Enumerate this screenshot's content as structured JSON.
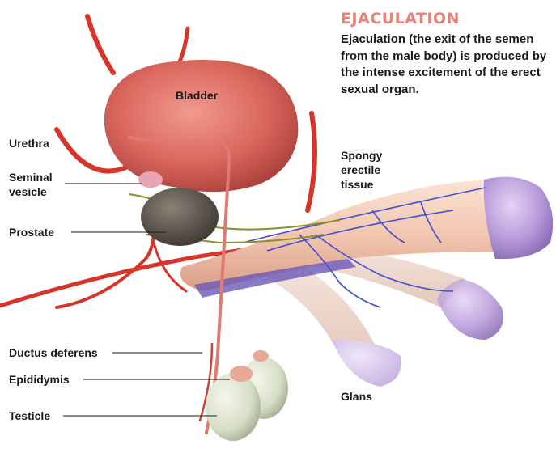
{
  "colors": {
    "title": "#e8837a",
    "bladder": "#d9665c",
    "artery": "#d8352a",
    "prostate": "#5a5148",
    "penis_skin": "#f2c6b0",
    "glans": "#b79ad9",
    "testicle": "#d7dec6",
    "vein": "#3f4fd0",
    "nerve": "#8c8f2a",
    "leader_line": "#1a1a1a"
  },
  "title": "EJACULATION",
  "description": "Ejaculation (the exit of the semen from the male body) is produced by the intense excitement of the erect sexual organ.",
  "labels": {
    "bladder": "Bladder",
    "urethra": "Urethra",
    "seminal_vesicle_1": "Seminal",
    "seminal_vesicle_2": "vesicle",
    "prostate": "Prostate",
    "spongy_1": "Spongy",
    "spongy_2": "erectile",
    "spongy_3": "tissue",
    "ductus_deferens": "Ductus deferens",
    "epididymis": "Epididymis",
    "testicle": "Testicle",
    "glans": "Glans"
  }
}
